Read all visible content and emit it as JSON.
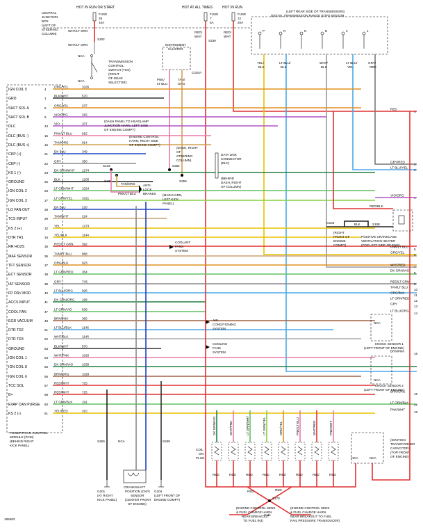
{
  "header": {
    "hot_run": "HOT IN RUN OR START",
    "hot_all": "HOT AT ALL TIMES",
    "hot_run2": "HOT IN RUN",
    "cjb": [
      "CENTRAL",
      "JUNCTION",
      "BOX",
      "(LEFT OF",
      "STEERING",
      "COLUMN)"
    ],
    "fuse1": [
      "FUSE",
      "28",
      "15A"
    ],
    "fuse2": [
      "FUSE",
      "7",
      "5A"
    ],
    "fuse3": [
      "FUSE",
      "12",
      "20A"
    ],
    "dtr": [
      "(LEFT REAR SIDE OF TRANSMISSION)",
      "DIGITAL TRANSMISSION RANGE (DTR) SENSOR"
    ],
    "dtr_pos": [
      "P",
      "R",
      "N",
      "D",
      "2",
      "1"
    ],
    "dtr_wires": [
      {
        "color": "YEL/",
        "color2": "BLK",
        "stroke": "#e8c000"
      },
      {
        "color": "LT BLU/",
        "color2": "BLK",
        "stroke": "#4aa8e8"
      },
      {
        "color": "WHT/",
        "color2": "BLK",
        "stroke": "#999999"
      },
      {
        "color": "LT BLU/",
        "color2": "YEL",
        "stroke": "#4aa8e8"
      },
      {
        "color": "GRY/",
        "color2": "RED",
        "stroke": "#777777"
      }
    ]
  },
  "components": {
    "tcs_switch": [
      "TRANSMISSION",
      "CONTROL",
      "SWITCH (TCS)",
      "(RIGHT",
      "OF GEAR",
      "SELECTOR)"
    ],
    "instrument_cluster": [
      "INSTRUMENT",
      "CLUSTER"
    ],
    "c220a": "C220A",
    "s202": "S202",
    "s239": "S239",
    "s134": "S134",
    "s135": "S135",
    "s252": "S252",
    "s253": "S253",
    "dash_note": [
      "(DASH PANEL TO HEADLAMP",
      "JUNCTION HARN, LEFT SIDE",
      "OF ENGINE COMPT)"
    ],
    "engine_note": [
      "(ENGINE CONTROL",
      "HARN, RIGHT SIDE",
      "OF ENGINE COMPT)"
    ],
    "dash_right": [
      "(DASH, RIGHT",
      "OF",
      "STEERING",
      "COLUMN)"
    ],
    "dlc": [
      "DATA LINK",
      "CONNECTOR",
      "(DLC)",
      "(BEHIND",
      "DASH, RIGHT",
      "OF COLUMN)"
    ],
    "main_harn": [
      "(MAIN HARN,",
      "LEFT KICK",
      "PANEL)"
    ],
    "anti_lock": [
      "ANTI-",
      "LOCK",
      "BRAKES"
    ],
    "coolant": [
      "COOLANT",
      "FANS",
      "SYSTEM"
    ],
    "ac": [
      "AIR",
      "CONDITIONING",
      "SYSTEM"
    ],
    "cooling": [
      "COOLING",
      "FANS",
      "SYSTEM"
    ],
    "pcv": [
      "POSITIVE CRANKCASE",
      "VENTILATION HEATER",
      "(TOP LEFT SIDE OF ENG)"
    ],
    "g103": [
      "G103",
      "(RIGHT",
      "FRONT OF",
      "ENGINE",
      "COMPT)"
    ],
    "s108": "S108",
    "knock1": [
      "KNOCK SENSOR 1",
      "(LEFT FRONT OF ENGINE)"
    ],
    "knock2": [
      "KNOCK SENSOR 2",
      "(LEFT FRONT OF ENGINE)"
    ],
    "pcm": [
      "POWERTRAIN CONTROL",
      "MODULE (PCM)",
      "(BEHIND RIGHT",
      "KICK PANEL)"
    ],
    "ckp": [
      "CRANKSHAFT",
      "POSITION (CKP)",
      "SENSOR",
      "(CENTER FRONT",
      "OF ENGINE)"
    ],
    "g201": [
      "G201",
      "(AT RIGHT",
      "KICK PANEL)"
    ],
    "g104": [
      "G104",
      "(LEFT FRONT OF",
      "ENGINE COMPT)"
    ],
    "s260": "S260",
    "s259": "S259",
    "coil": [
      "COIL",
      "ON",
      "PLUG"
    ],
    "ignition": [
      "(IGNITION",
      "TRANSFORMER",
      "CAPACITOR)",
      "(TOP FRONT",
      "OF ENGINE)"
    ],
    "s111": "S111",
    "s170": "S170",
    "ecs1": [
      "(ENGINE CONTROL SENS",
      "& FUEL CHARGE HARN",
      "NEAR BREAKOUT",
      "TO FUEL INJ)"
    ],
    "ecs2": [
      "(ENGINE CONTROL SENS",
      "& FUEL CHARGE HARN",
      "NEAR BREAKOUT TO FUEL",
      "RAIL PRESSURE TRANSDUCER)"
    ],
    "nca": "NCA",
    "figure_id": "189483"
  },
  "pcm_pins": [
    {
      "label": "IGN COIL 5",
      "pin": "4",
      "wire": "ORG/YEL",
      "circuit": "1026",
      "color": "#e09020"
    },
    {
      "label": "GRD",
      "pin": "1",
      "wire": "BLK/WHT",
      "circuit": "570",
      "color": "#333333"
    },
    {
      "label": "SHFT SOL A",
      "pin": "5",
      "wire": "ORG/YEL",
      "circuit": "237",
      "color": "#e09020"
    },
    {
      "label": "SHFT SOL B",
      "pin": "6",
      "wire": "VIO/ORG",
      "circuit": "315",
      "color": "#b050c8"
    },
    {
      "label": "DLC",
      "pin": "13",
      "wire": "VIO",
      "circuit": "107",
      "color": "#b050c8"
    },
    {
      "label": "DLC (BUS -)",
      "pin": "15",
      "wire": "PNK/LT BLU",
      "circuit": "915",
      "color": "#e87aa8"
    },
    {
      "label": "DLC (BUS +)",
      "pin": "16",
      "wire": "TAN/ORG",
      "circuit": "914",
      "color": "#d0a050"
    },
    {
      "label": "CKP (+)",
      "pin": "21",
      "wire": "DK BLU",
      "circuit": "349",
      "color": "#2040c0"
    },
    {
      "label": "CKP (-)",
      "pin": "22",
      "wire": "GRY",
      "circuit": "350",
      "color": "#888888"
    },
    {
      "label": "KS 1 (-)",
      "pin": "23",
      "wire": "DK GRN/WHT",
      "circuit": "1274",
      "color": "#208040"
    },
    {
      "label": "GROUND",
      "pin": "25",
      "wire": "BLK",
      "circuit": "1205",
      "color": "#222222"
    },
    {
      "label": "IGN COIL 2",
      "pin": "26",
      "wire": "LT GRN/WHT",
      "circuit": "1024",
      "color": "#60c060"
    },
    {
      "label": "IGN COIL 3",
      "pin": "27",
      "wire": "LT GRN/YEL",
      "circuit": "1021",
      "color": "#80d040"
    },
    {
      "label": "LO FAN OUT",
      "pin": "28",
      "wire": "DK BLU",
      "circuit": "228",
      "color": "#2040c0"
    },
    {
      "label": "TCS INPUT",
      "pin": "29",
      "wire": "TAN/WHT",
      "circuit": "224",
      "color": "#c8a070"
    },
    {
      "label": "KS 2 (+)",
      "pin": "32",
      "wire": "YEL",
      "circuit": "1273",
      "color": "#e8c000"
    },
    {
      "label": "DTR TR1",
      "pin": "34",
      "wire": "YEL/BLK",
      "circuit": "1144",
      "color": "#e8c000"
    },
    {
      "label": "RR HO2S",
      "pin": "35",
      "wire": "RED/LT GRN",
      "circuit": "392",
      "color": "#e03030"
    },
    {
      "label": "MAF SENSOR",
      "pin": "36",
      "wire": "TAN/LT BLU",
      "circuit": "968",
      "color": "#c8a070"
    },
    {
      "label": "TFT SENSOR",
      "pin": "37",
      "wire": "ORG/BLK",
      "circuit": "923",
      "color": "#e09020"
    },
    {
      "label": "ECT SENSOR",
      "pin": "38",
      "wire": "LT GRN/RED",
      "circuit": "354",
      "color": "#60c060"
    },
    {
      "label": "IAT SENSOR",
      "pin": "39",
      "wire": "GRY",
      "circuit": "743",
      "color": "#888888"
    },
    {
      "label": "FP DRV MOD",
      "pin": "40",
      "wire": "LT BLU/ORG",
      "circuit": "926",
      "color": "#4aa8e8"
    },
    {
      "label": "ACCS INPUT",
      "pin": "41",
      "wire": "DK GRN/ORG",
      "circuit": "198",
      "color": "#208040"
    },
    {
      "label": "COOL FAN",
      "pin": "47",
      "wire": "LT GRN/VIO",
      "circuit": "839",
      "color": "#60c060"
    },
    {
      "label": "EGR VACUUM",
      "pin": "48",
      "wire": "BRN/PNK",
      "circuit": "360",
      "color": "#a06040"
    },
    {
      "label": "DTR TR2",
      "pin": "51",
      "wire": "LT BLU/BLK",
      "circuit": "1145",
      "color": "#4aa8e8"
    },
    {
      "label": "DTR TR3",
      "pin": "52",
      "wire": "WHT/BLK",
      "circuit": "1146",
      "color": "#aaaaaa"
    },
    {
      "label": "GROUND",
      "pin": "53",
      "wire": "BLK/WHT",
      "circuit": "570",
      "color": "#333333"
    },
    {
      "label": "IGN COIL 1",
      "pin": "54",
      "wire": "WHT/PNK",
      "circuit": "1020",
      "color": "#e87aa8"
    },
    {
      "label": "IGN COIL 8",
      "pin": "55",
      "wire": "DK GRN/VIO",
      "circuit": "1030",
      "color": "#208040"
    },
    {
      "label": "IGN COIL 6",
      "pin": "56",
      "wire": "BRN/ORG",
      "circuit": "1028",
      "color": "#a06040"
    },
    {
      "label": "TCC SOL",
      "pin": "57",
      "wire": "RED/WHT",
      "circuit": "725",
      "color": "#e03030"
    },
    {
      "label": "B+",
      "pin": "58",
      "wire": "RED/WHT",
      "circuit": "725",
      "color": "#e03030"
    },
    {
      "label": "EVAP CAN PURGE",
      "pin": "60",
      "wire": "LT GRN/BLK",
      "circuit": "191",
      "color": "#60c060"
    },
    {
      "label": "KS 2 (-)",
      "pin": "61",
      "wire": "YEL/RED",
      "circuit": "310",
      "color": "#e8c000"
    }
  ],
  "right_labels": [
    {
      "n": "1",
      "wire": "RED"
    },
    {
      "n": "2",
      "wire": "GRY/RED"
    },
    {
      "n": "3",
      "wire": "LT BLU/YEL"
    },
    {
      "n": "4",
      "wire": "VIO/ORG"
    },
    {
      "n": "5",
      "wire": "PNK/LT BLU"
    },
    {
      "n": "6",
      "wire": "ORG/YEL"
    },
    {
      "n": "7",
      "wire": "WHT/RED"
    },
    {
      "n": "8",
      "wire": "DK GRN/VIO"
    },
    {
      "n": "9",
      "wire": "RED/LT GRN"
    },
    {
      "n": "10",
      "wire": "TAN/LT BLU"
    },
    {
      "n": "11",
      "wire": "ORG/BLK"
    },
    {
      "n": "12",
      "wire": "LT GRN/RED"
    },
    {
      "n": "13",
      "wire": "GRY"
    },
    {
      "n": "14",
      "wire": "LT BLU/ORG"
    },
    {
      "n": "15",
      "wire": "BRN/PNK"
    },
    {
      "n": "16",
      "wire": "BRN/ORG"
    },
    {
      "n": "17",
      "wire": "LT GRN/BLK"
    },
    {
      "n": "18",
      "wire": "PNK/WHT"
    }
  ],
  "coil_wires": [
    "DK GRN/VIO",
    "WHT/PNK",
    "LT GRN/WHT",
    "LT GRN/YEL",
    "ORG/YEL",
    "PNK/LT BLU",
    "WHT/RED",
    "PNK/WHT"
  ],
  "coil_colors": [
    "#208040",
    "#e87aa8",
    "#60c060",
    "#80d040",
    "#e09020",
    "#e87aa8",
    "#e03030",
    "#e87aa8"
  ]
}
